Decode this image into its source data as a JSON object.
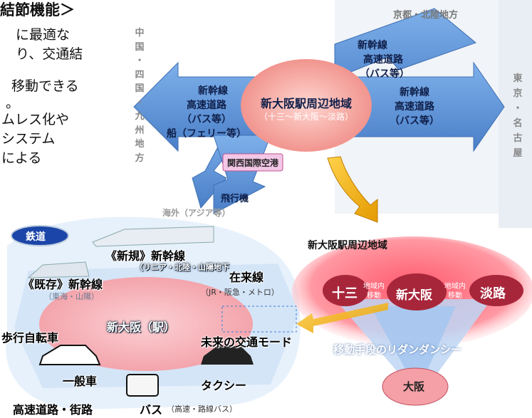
{
  "left_text": {
    "heading": "結節機能＞",
    "lines": [
      "に最適な",
      "り、交通結",
      "",
      "移動できる",
      "。",
      "ムレス化や",
      "システム",
      "による"
    ]
  },
  "region_labels": {
    "kyoto": "京都・北陸地方",
    "chugoku": [
      "中",
      "国",
      "・",
      "四",
      "国",
      "・",
      "九",
      "州",
      "地",
      "方"
    ],
    "tokyo": [
      "東",
      "京",
      "・",
      "名",
      "古",
      "屋"
    ],
    "overseas": "海外（アジア等）",
    "kansai_airport": "関西国際空港"
  },
  "arrows": {
    "upper_right": [
      "新幹線",
      "高速道路",
      "（バス等）"
    ],
    "right": [
      "新幹線",
      "高速道路",
      "（バス等）"
    ],
    "left": [
      "新幹線",
      "高速道路",
      "（バス等）",
      "船（フェリー等）"
    ],
    "bottom": "飛行機"
  },
  "center": {
    "title": "新大阪駅周辺地域",
    "subtitle": "（十三～新大阪～淡路）"
  },
  "station_diagram": {
    "rail_label": "鉄道",
    "new_shinkansen": "《新規》新幹線",
    "new_shinkansen_sub": "（リニア・北陸・山陽地下",
    "existing_shinkansen": "《既存》新幹線",
    "existing_shinkansen_sub": "（東海・山陽）",
    "conventional": "在来線",
    "conventional_sub": "（JR・阪急・メトロ）",
    "center": "新大阪（駅）",
    "walk_bike": "歩行自転車",
    "future_mobility": "未来の交通モード",
    "general_car": "一般車",
    "taxi": "タクシー",
    "bus": "バス",
    "bus_sub": "（高速・路線バス）",
    "highway": "高速道路・街路"
  },
  "area_diagram": {
    "title": "新大阪駅周辺地域",
    "juso": "十三",
    "shin_osaka": "新大阪",
    "awaji": "淡路",
    "intra_left": [
      "地域内",
      "移動"
    ],
    "intra_right": [
      "地域内",
      "移動"
    ],
    "redundancy": "移動手段のリダンダンシー",
    "osaka": "大阪"
  },
  "colors": {
    "arrow_blue": "#5b8fd6",
    "center_pink": "#f4a7a4",
    "gold_arrow": "#f2a800",
    "dark_blue": "#1a3d86"
  }
}
